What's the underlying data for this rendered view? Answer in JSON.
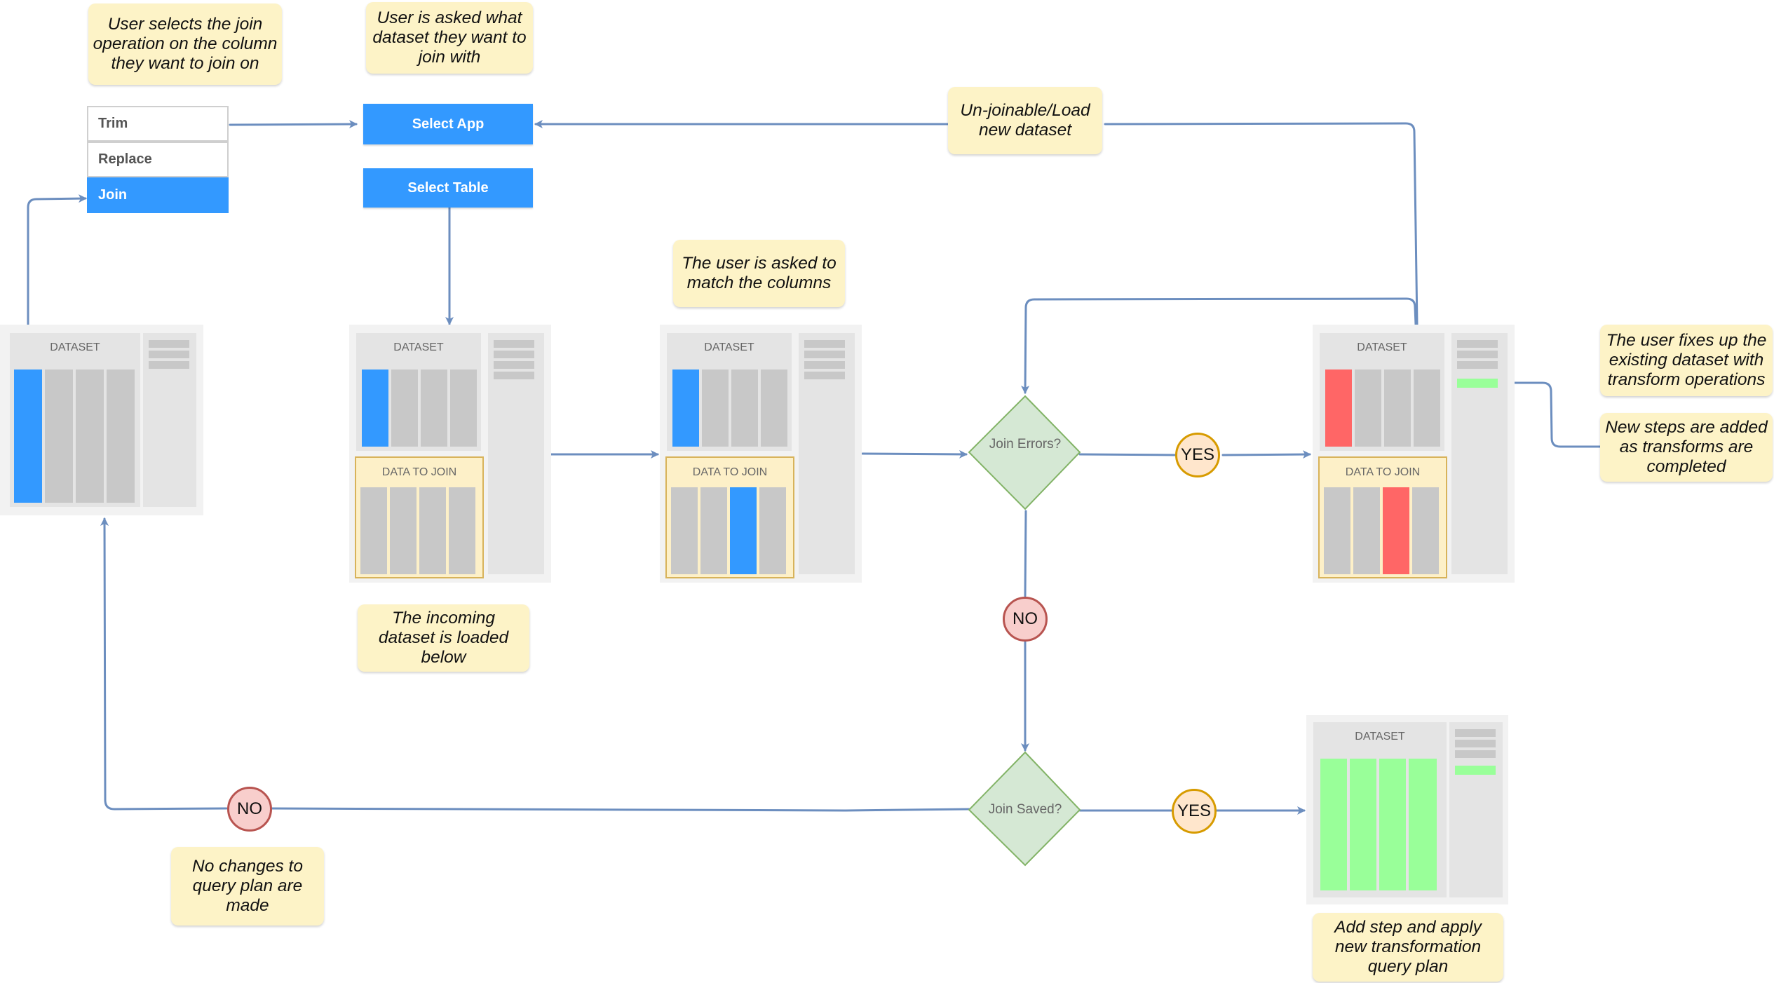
{
  "menu": {
    "items": [
      "Trim",
      "Replace",
      "Join"
    ],
    "active": "Join"
  },
  "buttons": {
    "select_app": "Select App",
    "select_table": "Select Table"
  },
  "notes": {
    "join_operation": "User selects the join operation on the column they want to join on",
    "asked_dataset": "User is asked what dataset they want to join with",
    "unjoinable": "Un-joinable/Load new dataset",
    "match_columns": "The user is asked to match the columns",
    "incoming_dataset": "The incoming dataset is loaded below",
    "fixes_dataset": "The user fixes up the existing dataset with transform operations",
    "new_steps": "New steps are added as transforms are completed",
    "no_changes": "No changes to query plan are made",
    "add_step": "Add step and apply new transformation query plan"
  },
  "panels": {
    "dataset_label": "DATASET",
    "join_label": "DATA TO JOIN"
  },
  "decisions": {
    "join_errors": "Join Errors?",
    "join_saved": "Join Saved?"
  },
  "badges": {
    "yes": "YES",
    "no": "NO"
  },
  "colors": {
    "blue": "#3399ff",
    "red": "#ff6666",
    "green": "#99ff99",
    "note": "#fdf3c7",
    "diamond": "#d5e8d4",
    "yes": "#ffe6cc",
    "no": "#f8cecc",
    "arrow": "#6c8ebf"
  }
}
